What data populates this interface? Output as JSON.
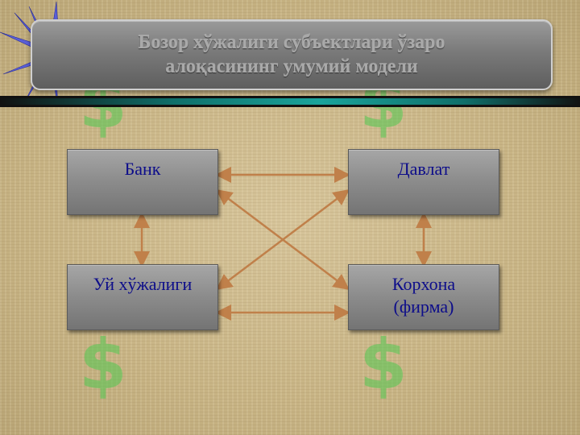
{
  "header": {
    "title_line1": "Бозор хўжалиги субъектлари ўзаро",
    "title_line2": "алоқасининг умумий модели"
  },
  "diagram": {
    "nodes": {
      "bank": "Банк",
      "state": "Давлат",
      "household": "Уй хўжалиги",
      "firm_line1": "Корхона",
      "firm_line2": "(фирма)"
    },
    "connections": [
      [
        "bank",
        "state"
      ],
      [
        "bank",
        "household"
      ],
      [
        "bank",
        "firm"
      ],
      [
        "household",
        "state"
      ],
      [
        "state",
        "firm"
      ],
      [
        "household",
        "firm"
      ]
    ]
  },
  "colors": {
    "node_text": "#0d0d8a",
    "arrow": "#c0804a",
    "title_text": "#a9a9a9",
    "divider_teal": "#1aa39b",
    "watermark_green": "#50c850"
  }
}
